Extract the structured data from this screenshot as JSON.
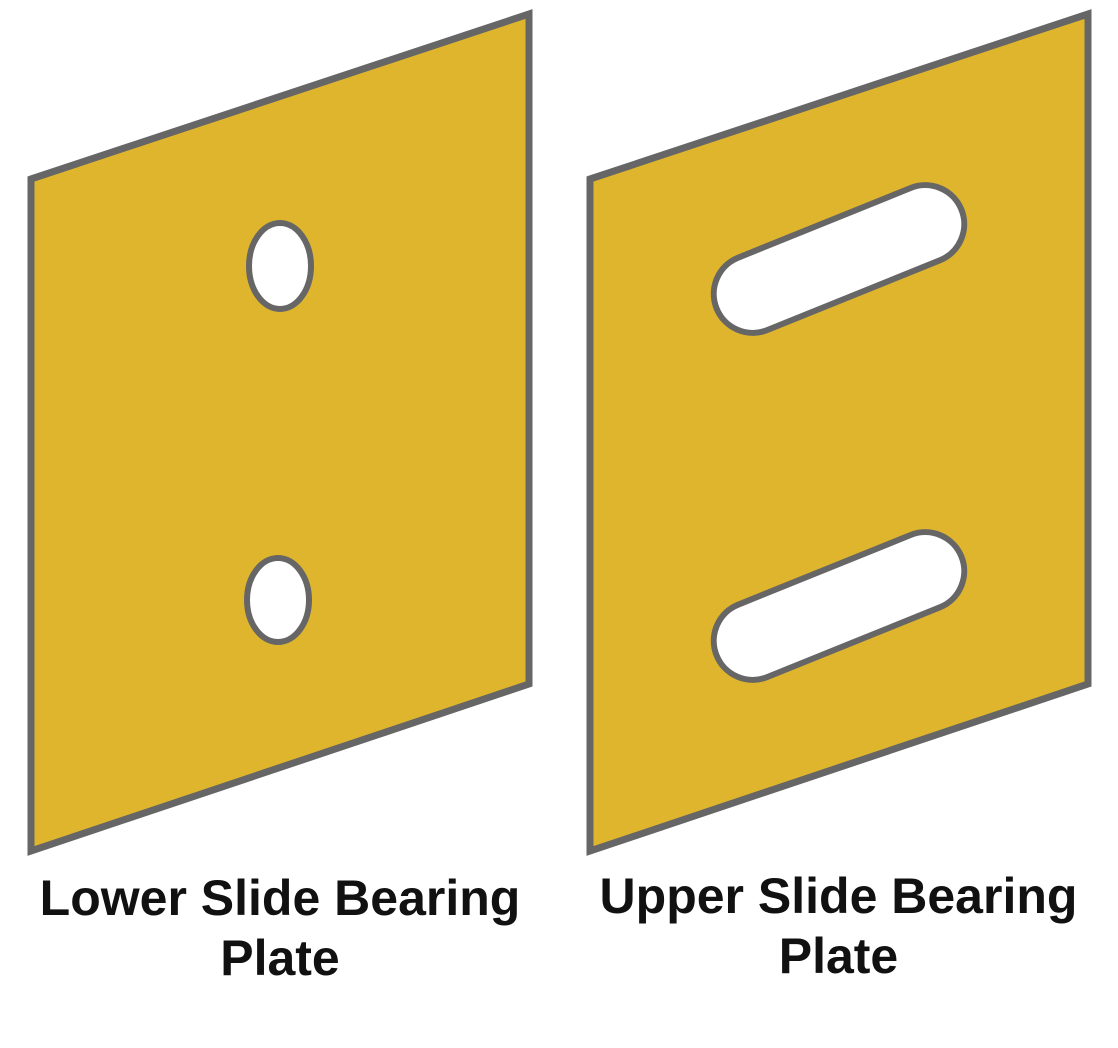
{
  "plates": [
    {
      "caption_line1": "Lower Slide Bearing",
      "caption_line2": "Plate",
      "hole_shape": "round-hole",
      "hole_count": 2
    },
    {
      "caption_line1": "Upper Slide Bearing",
      "caption_line2": "Plate",
      "hole_shape": "slotted-hole",
      "hole_count": 2
    }
  ],
  "colors": {
    "plate_fill": "#E0B52E",
    "plate_edge": "#666666",
    "hole_fill": "#ffffff",
    "text": "#111111"
  }
}
